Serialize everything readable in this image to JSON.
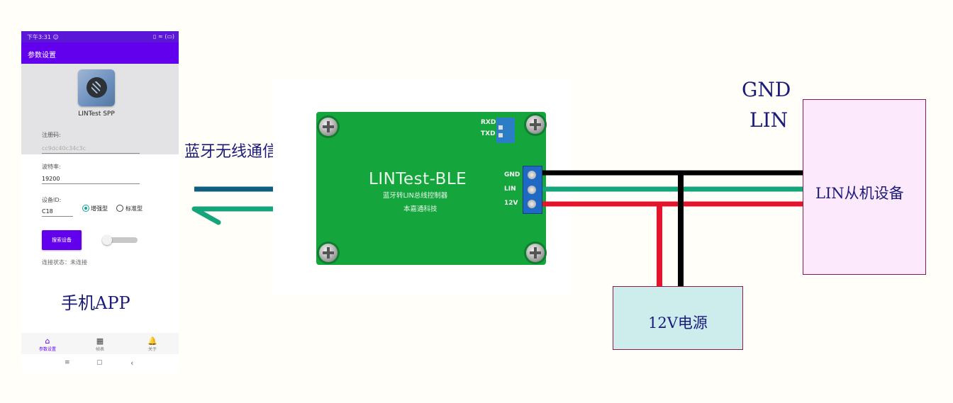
{
  "phone": {
    "statusbar": {
      "time": "下午3:31 ☺",
      "icons": "▯ ≈ (▭)"
    },
    "appbar_title": "参数设置",
    "app_name": "LINTest SPP",
    "fields": [
      {
        "label": "注册码:",
        "value": "cc9dc40c34c3c"
      },
      {
        "label": "波特率:",
        "value": "19200"
      },
      {
        "label": "设备ID:",
        "value": "C18"
      }
    ],
    "radio_options": [
      "增强型",
      "标准型"
    ],
    "radio_selected": "增强型",
    "search_button": "搜索设备",
    "switch_state": "off",
    "connection_status": "连接状态：未连接",
    "caption": "手机APP",
    "nav": [
      {
        "icon": "home-icon",
        "glyph": "⌂",
        "label": "参数设置",
        "active": true
      },
      {
        "icon": "grid-icon",
        "glyph": "▦",
        "label": "帧表",
        "active": false
      },
      {
        "icon": "bell-icon",
        "glyph": "🔔",
        "label": "关于",
        "active": false
      }
    ],
    "sysnav": {
      "recent": "≡",
      "home": "▢",
      "back": "‹"
    }
  },
  "link": {
    "label": "蓝牙无线通信",
    "arrow_colors": {
      "outgoing": "#0e5f7f",
      "incoming": "#14a57a"
    }
  },
  "board": {
    "title": "LINTest-BLE",
    "subtitle": "蓝牙转LIN总线控制器",
    "maker": "本嘉通科技",
    "leds": [
      "RXD",
      "TXD"
    ],
    "pins": [
      "GND",
      "LIN",
      "12V"
    ]
  },
  "wiring": {
    "gnd_label": "GND",
    "lin_label": "LIN",
    "wire_colors": {
      "gnd": "#000000",
      "lin": "#14a57a",
      "v12": "#e5142c"
    }
  },
  "slave_device": "LIN从机设备",
  "power_supply": "12V电源",
  "colors": {
    "accent": "#6200ee",
    "pcb": "#14a53c",
    "text": "#1b1b7a"
  }
}
